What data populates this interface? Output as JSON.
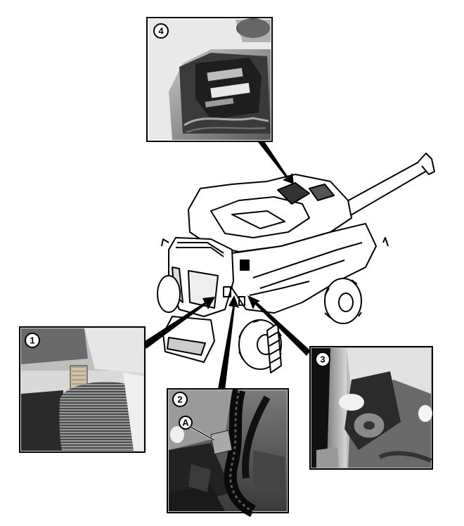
{
  "callouts": {
    "c1": "1",
    "c2": "2",
    "c3": "3",
    "c4": "4",
    "a": "A"
  },
  "colors": {
    "ink": "#000000",
    "paper": "#ffffff"
  }
}
